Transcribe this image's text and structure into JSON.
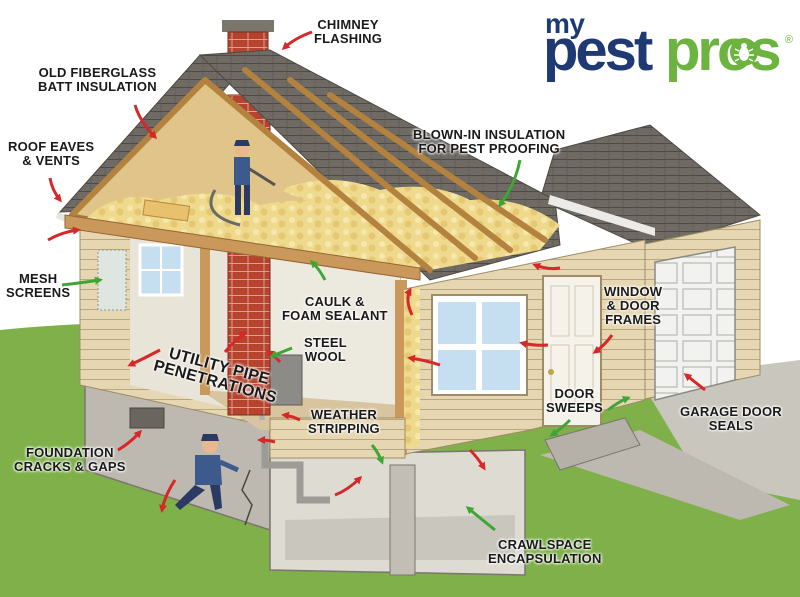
{
  "logo": {
    "my": "my",
    "pest": "pest",
    "pros": "pros",
    "registered": "®",
    "colors": {
      "navy": "#1f3a73",
      "green": "#6cb33f"
    }
  },
  "labels": {
    "chimney_flashing": [
      "CHIMNEY",
      "FLASHING"
    ],
    "old_fiberglass": [
      "OLD FIBERGLASS",
      "BATT INSULATION"
    ],
    "roof_eaves": [
      "ROOF EAVES",
      "& VENTS"
    ],
    "blown_in": [
      "BLOWN-IN INSULATION",
      "FOR PEST PROOFING"
    ],
    "mesh_screens": [
      "MESH",
      "SCREENS"
    ],
    "caulk": [
      "CAULK &",
      "FOAM SEALANT"
    ],
    "steel_wool": [
      "STEEL",
      "WOOL"
    ],
    "utility_pipe": [
      "UTILITY PIPE",
      "PENETRATIONS"
    ],
    "window_door": [
      "WINDOW",
      "& DOOR",
      "FRAMES"
    ],
    "door_sweeps": [
      "DOOR",
      "SWEEPS"
    ],
    "garage_door": [
      "GARAGE DOOR",
      "SEALS"
    ],
    "weather_stripping": [
      "WEATHER",
      "STRIPPING"
    ],
    "foundation": [
      "FOUNDATION",
      "CRACKS & GAPS"
    ],
    "crawlspace": [
      "CRAWLSPACE",
      "ENCAPSULATION"
    ]
  },
  "colors": {
    "siding": "#e6d7b2",
    "siding_line": "#b9a77e",
    "roof": "#6f6a64",
    "roof_dark": "#57524c",
    "brick": "#b5432e",
    "insulation": "#efd98c",
    "wood": "#c9985a",
    "lawn": "#7fb04a",
    "concrete": "#c9c6be",
    "arrow_red": "#d62828",
    "arrow_green": "#3fa535"
  }
}
